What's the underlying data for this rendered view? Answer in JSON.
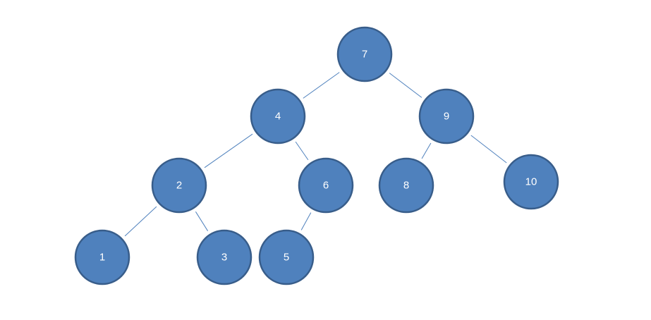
{
  "colors": {
    "node_fill": "#4f81bd",
    "node_stroke": "#385d8a",
    "edge": "#4f81bd",
    "label": "#ffffff",
    "background": "#ffffff"
  },
  "tree": {
    "nodes": [
      {
        "id": "n7",
        "label": "7"
      },
      {
        "id": "n4",
        "label": "4"
      },
      {
        "id": "n9",
        "label": "9"
      },
      {
        "id": "n2",
        "label": "2"
      },
      {
        "id": "n6",
        "label": "6"
      },
      {
        "id": "n8",
        "label": "8"
      },
      {
        "id": "n10",
        "label": "10"
      },
      {
        "id": "n1",
        "label": "1"
      },
      {
        "id": "n3",
        "label": "3"
      },
      {
        "id": "n5",
        "label": "5"
      }
    ],
    "edges": [
      {
        "from": "n7",
        "to": "n4"
      },
      {
        "from": "n7",
        "to": "n9"
      },
      {
        "from": "n4",
        "to": "n2"
      },
      {
        "from": "n4",
        "to": "n6"
      },
      {
        "from": "n9",
        "to": "n8"
      },
      {
        "from": "n9",
        "to": "n10"
      },
      {
        "from": "n2",
        "to": "n1"
      },
      {
        "from": "n2",
        "to": "n3"
      },
      {
        "from": "n6",
        "to": "n5"
      }
    ]
  }
}
